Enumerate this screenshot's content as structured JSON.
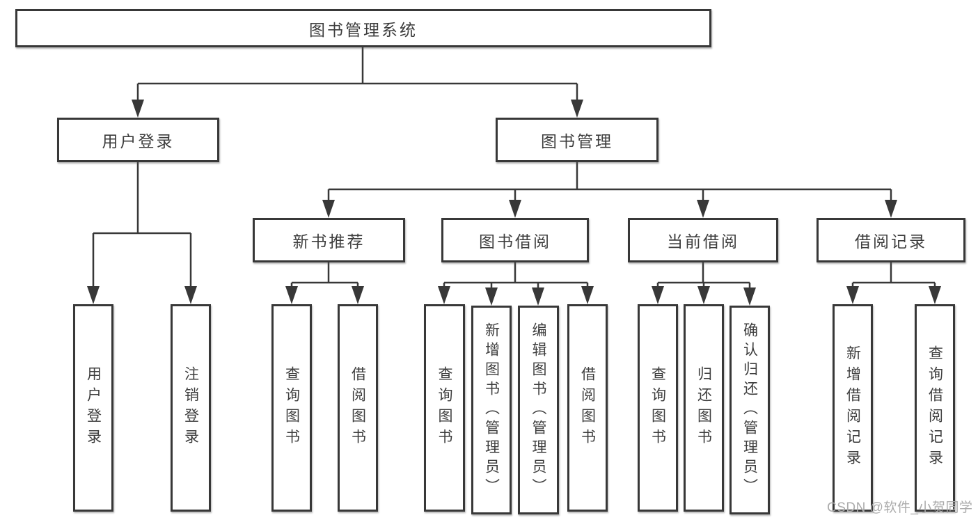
{
  "nodes": {
    "root": "图书管理系统",
    "user_login": "用户登录",
    "book_management": "图书管理",
    "new_book_recommend": "新书推荐",
    "book_borrow": "图书借阅",
    "current_borrow": "当前借阅",
    "borrow_record": "借阅记录",
    "leaf_user_login": "用户登录",
    "leaf_logout": "注销登录",
    "leaf_nb_query_books": "查询图书",
    "leaf_nb_borrow_books": "借阅图书",
    "leaf_bb_query_books": "查询图书",
    "leaf_bb_add_books": "新增图书（管理员）",
    "leaf_bb_edit_books": "编辑图书（管理员）",
    "leaf_bb_borrow_books": "借阅图书",
    "leaf_cb_query_books": "查询图书",
    "leaf_cb_return_books": "归还图书",
    "leaf_cb_confirm_return": "确认归还（管理员）",
    "leaf_br_add_record": "新增借阅记录",
    "leaf_br_query_record": "查询借阅记录"
  },
  "watermark": "CSDN @软件_小贺同学",
  "colors": {
    "line": "#383838",
    "box_border": "#383838",
    "text": "#3d3d3d",
    "background": "#ffffff",
    "watermark": "#ababab"
  }
}
